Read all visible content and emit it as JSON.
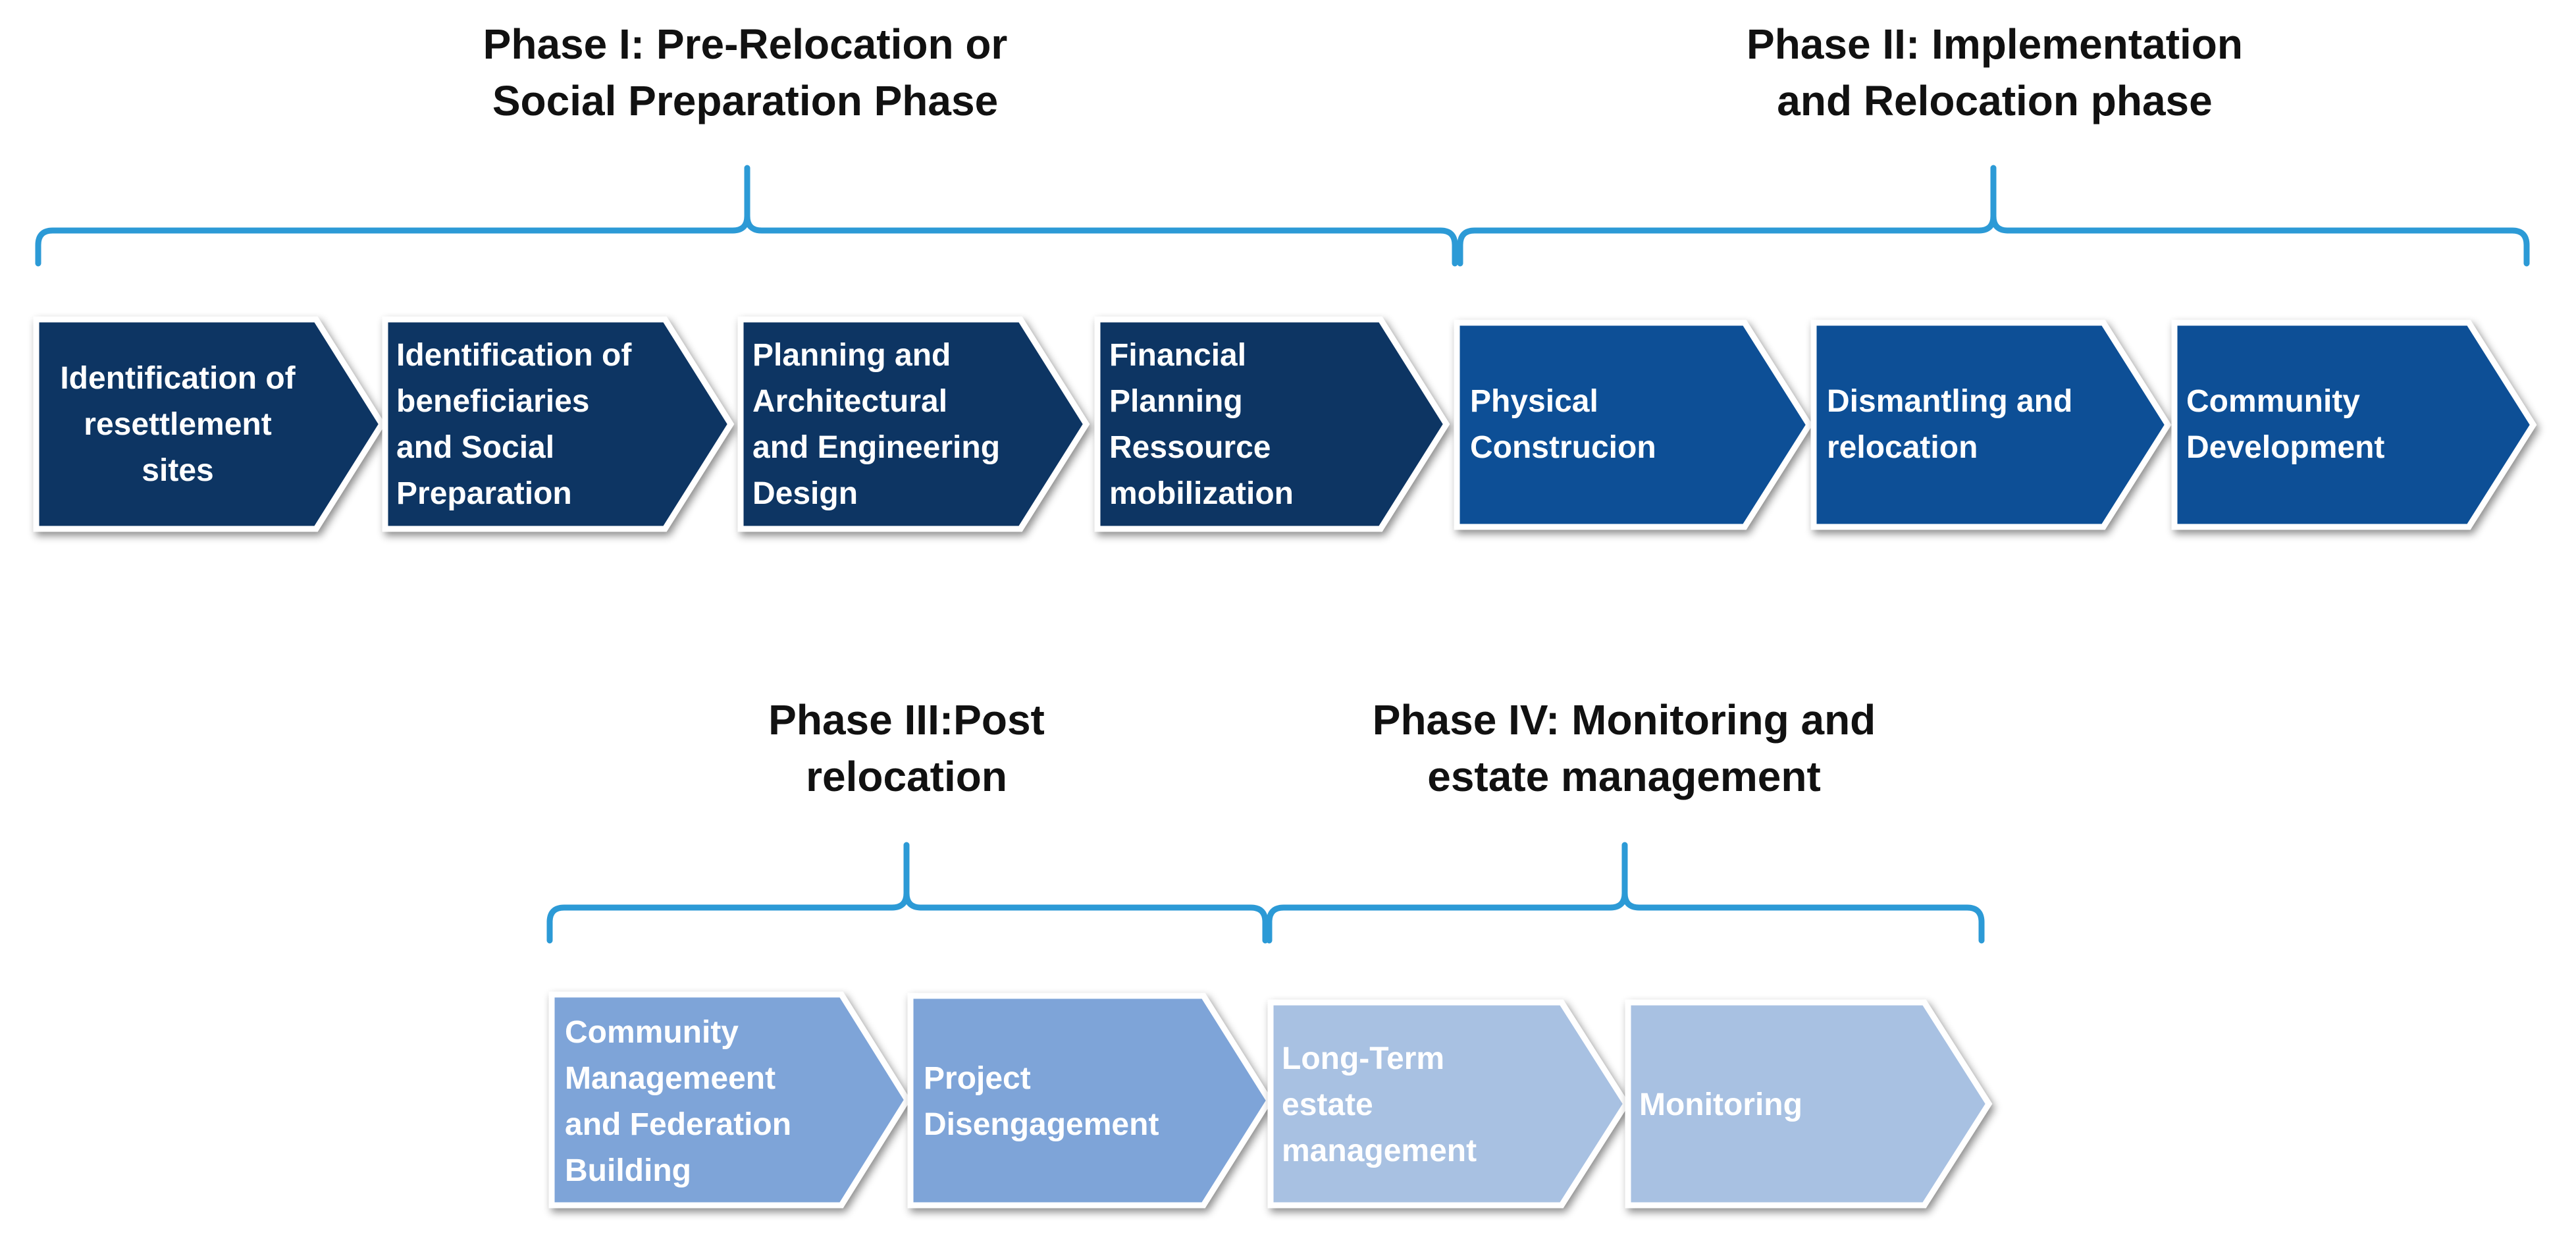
{
  "phases": [
    {
      "title_lines": [
        "Phase I: Pre-Relocation or",
        "Social Preparation Phase"
      ]
    },
    {
      "title_lines": [
        "Phase II: Implementation",
        "and Relocation phase"
      ]
    },
    {
      "title_lines": [
        "Phase III:Post",
        "relocation"
      ]
    },
    {
      "title_lines": [
        "Phase IV: Monitoring and",
        "estate management"
      ]
    }
  ],
  "steps": [
    {
      "lines": [
        "Identification of",
        "resettlement",
        "sites"
      ],
      "color": "#0e3463"
    },
    {
      "lines": [
        "Identification of",
        "beneficiaries",
        "and Social",
        "Preparation"
      ],
      "color": "#0e3463"
    },
    {
      "lines": [
        "Planning and",
        "Architectural",
        "and Engineering",
        "Design"
      ],
      "color": "#0e3463"
    },
    {
      "lines": [
        "Financial",
        "Planning",
        "Ressource",
        "mobilization"
      ],
      "color": "#0e3463"
    },
    {
      "lines": [
        "Physical",
        "Construcion"
      ],
      "color": "#0a4f96"
    },
    {
      "lines": [
        "Dismantling and",
        "relocation"
      ],
      "color": "#0a4f96"
    },
    {
      "lines": [
        "Community",
        "Development"
      ],
      "color": "#0a4f96"
    },
    {
      "lines": [
        "Community",
        "Managemeent",
        "and Federation",
        "Building"
      ],
      "color": "#7ea4d8"
    },
    {
      "lines": [
        "Project",
        "Disengagement"
      ],
      "color": "#7ea4d8"
    },
    {
      "lines": [
        "Long-Term",
        "estate",
        "management"
      ],
      "color": "#a8c1e2"
    },
    {
      "lines": [
        "Monitoring"
      ],
      "color": "#a8c1e2"
    }
  ],
  "colors": {
    "bracket": "#2c9ad6",
    "outline": "#ffffff"
  }
}
